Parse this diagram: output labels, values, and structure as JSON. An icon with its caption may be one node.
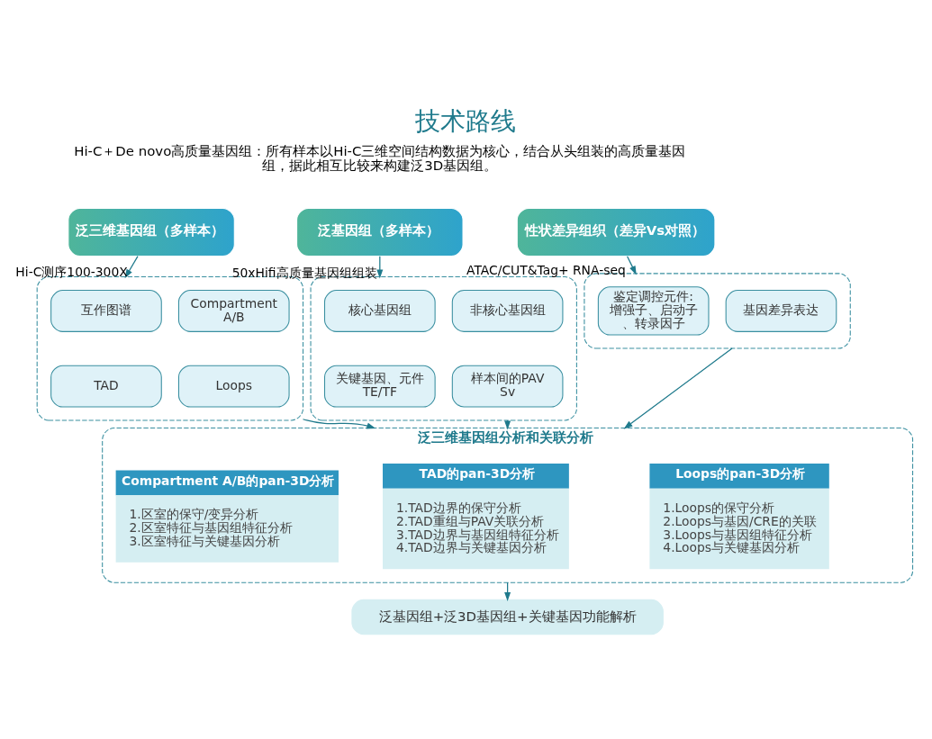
{
  "diagram": {
    "title": "技术路线",
    "nodes": [
      {
        "text": [
          "泛三维基因组（多样本）"
        ]
      },
      {
        "text": [
          "泛基因组（多样本）"
        ]
      },
      {
        "text": [
          "性状差异组织（差异Vs对照）"
        ]
      },
      {
        "text": [],
        "shape": "box"
      },
      {
        "text": [
          "互作图谱"
        ],
        "in": 3
      },
      {
        "text": [
          "Compartment A/B"
        ],
        "in": 3
      },
      {
        "text": [
          "TAD"
        ],
        "in": 3
      },
      {
        "text": [
          "Loops"
        ],
        "in": 3
      },
      {
        "text": [],
        "shape": "box"
      },
      {
        "text": [
          "核心基因组"
        ],
        "in": 8
      },
      {
        "text": [
          "非核心基因组"
        ],
        "in": 8
      },
      {
        "text": [
          "关键基因、元件 TE/TF"
        ],
        "in": 8
      },
      {
        "text": [
          "样本间的PAV Sv"
        ],
        "in": 8
      },
      {
        "text": [],
        "shape": "box"
      },
      {
        "text": [
          "鉴定调控元件:增强子、启动子、转录因子"
        ],
        "in": 13
      },
      {
        "text": [
          "基因差异表达"
        ],
        "in": 13
      },
      {
        "text": [
          "泛三维基因组分析和关联分析"
        ]
      },
      {
        "text": [
          "Compartment A/B的pan-3D分析",
          "1.区室的保守/变异分析",
          "2.区室特征与基因组特征分析",
          "3.区室特征与关键基因分析"
        ],
        "in": 16
      },
      {
        "text": [
          "TAD的pan-3D分析",
          "1.TAD边界的保守分析",
          "2.TAD重组与PAV关联分析",
          "3.TAD边界与基因组特征分析",
          "4.TAD边界与关键基因分析"
        ],
        "in": 16
      },
      {
        "text": [
          "Loops的pan-3D分析",
          "1.Loops的保守分析",
          "2.Loops与基因/CRE的关联",
          "3.Loops与基因组特征分析",
          "4.Loops与关键基因分析"
        ],
        "in": 16
      },
      {
        "text": [
          "泛基因组+泛3D基因组+关键基因功能解析"
        ]
      }
    ],
    "edges": [
      {
        "from": 0,
        "to": 3,
        "arrow": "to",
        "label": "Hi-C测序100-300X"
      },
      {
        "from": 1,
        "to": 8,
        "arrow": "to",
        "label": "50xHifi高质量基因组组装"
      },
      {
        "from": 2,
        "to": 13,
        "arrow": "to",
        "label": "ATAC/CUT&Tag+ RNA-seq"
      },
      {
        "from": 3,
        "to": 16,
        "arrow": "to"
      },
      {
        "from": 8,
        "to": 16,
        "arrow": "to"
      },
      {
        "from": 13,
        "to": 16,
        "arrow": "to"
      },
      {
        "from": 16,
        "to": 20,
        "arrow": "to"
      }
    ],
    "labels": [
      "Hi-C＋De novo高质量基因组：所有样本以Hi-C三维空间结构数据为核心，结合从头组装的高质量基因组，据此相互比较来构建泛3D基因组。"
    ]
  }
}
